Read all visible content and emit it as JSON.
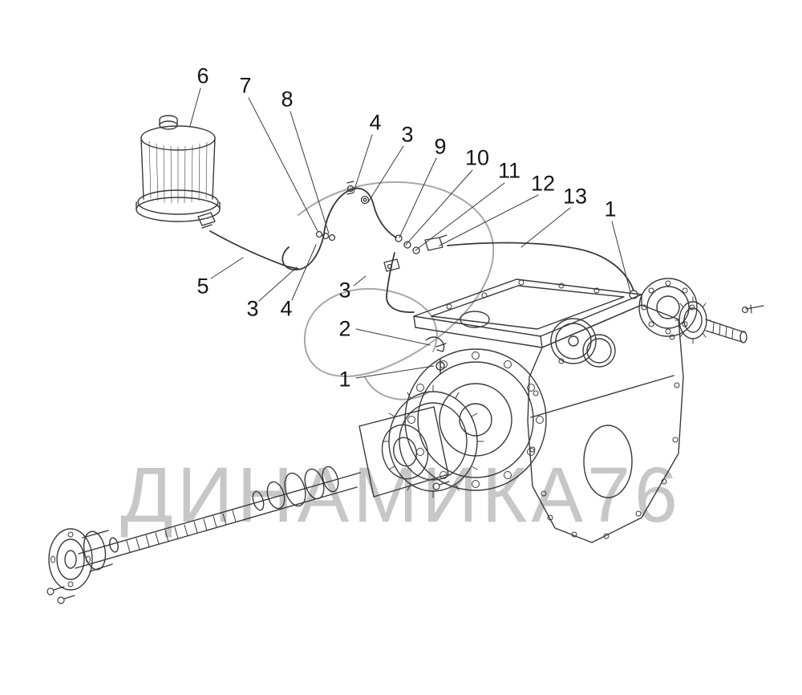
{
  "colors": {
    "background": "#ffffff",
    "line": "#3a3a3a",
    "watermark": "#c7c7c7"
  },
  "watermark": {
    "text": "ДИНАМИКА76"
  },
  "diagram": {
    "callouts": [
      {
        "label": "6"
      },
      {
        "label": "7"
      },
      {
        "label": "8"
      },
      {
        "label": "4"
      },
      {
        "label": "3"
      },
      {
        "label": "9"
      },
      {
        "label": "10"
      },
      {
        "label": "11"
      },
      {
        "label": "12"
      },
      {
        "label": "13"
      },
      {
        "label": "1"
      },
      {
        "label": "5"
      },
      {
        "label": "3"
      },
      {
        "label": "4"
      },
      {
        "label": "3"
      },
      {
        "label": "2"
      },
      {
        "label": "1"
      }
    ]
  }
}
